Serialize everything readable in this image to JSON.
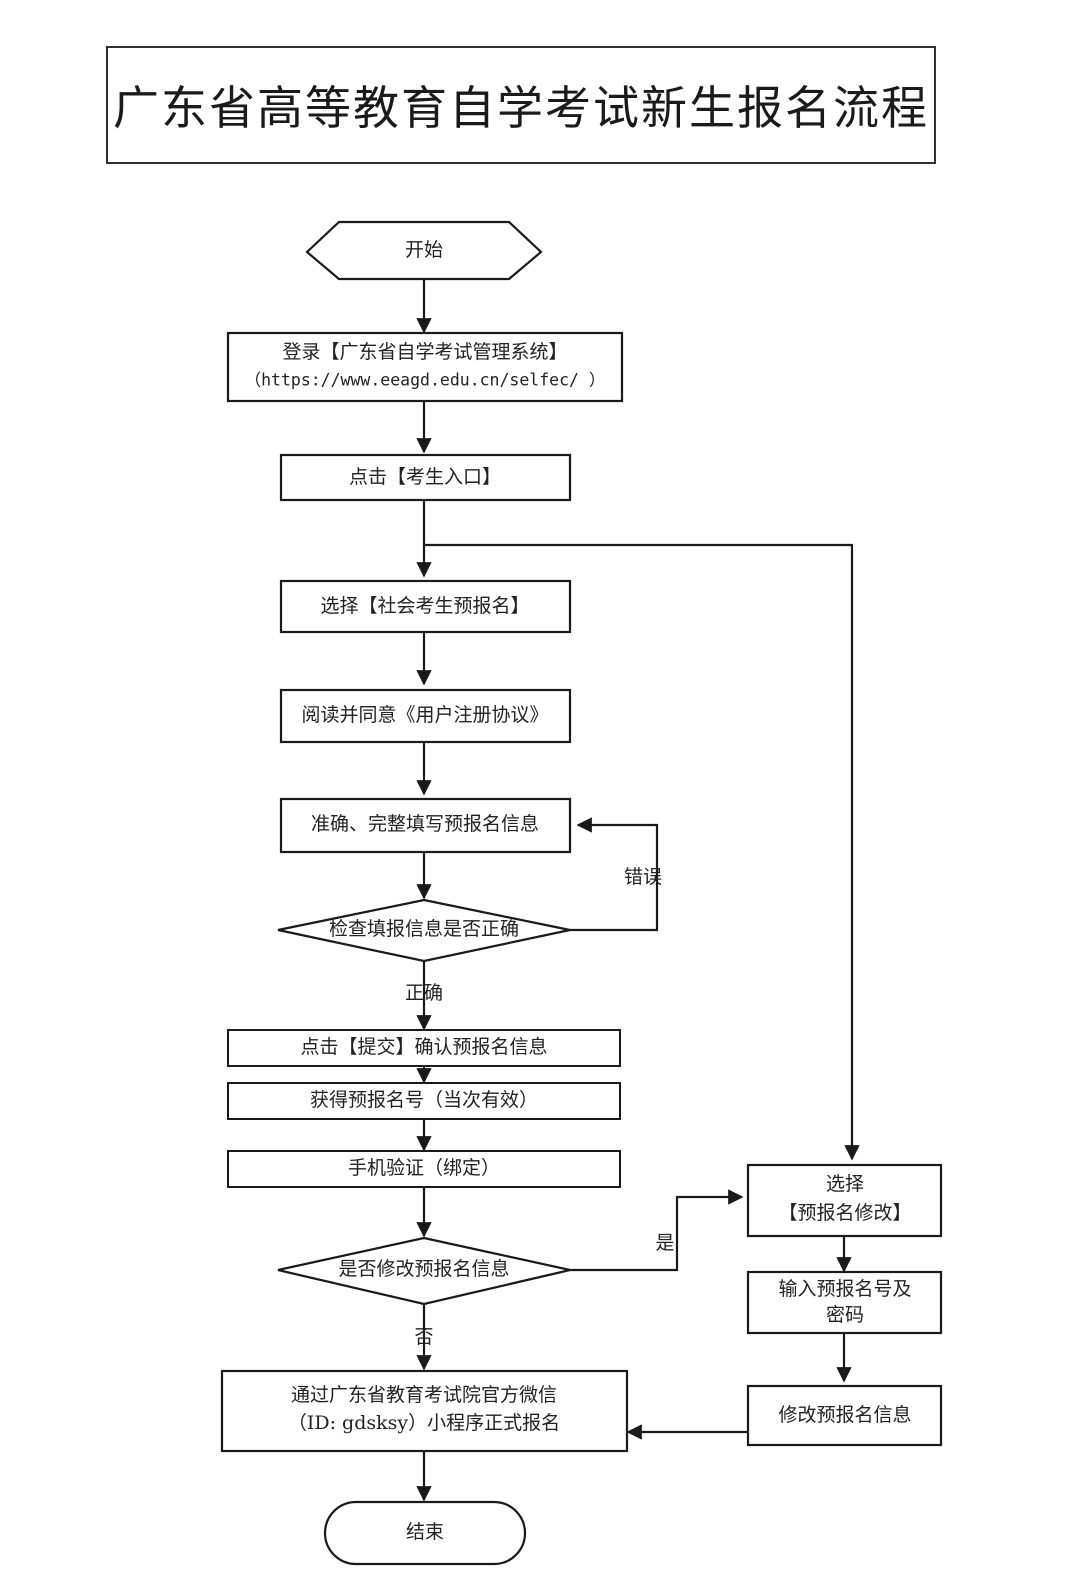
{
  "document": {
    "title": "广东省高等教育自学考试新生报名流程"
  },
  "flowchart": {
    "nodes": {
      "start": {
        "label": "开始",
        "shape": "hexagon"
      },
      "login": {
        "line1": "登录【广东省自学考试管理系统】",
        "line2": "（https://www.eeagd.edu.cn/selfec/ ）",
        "shape": "rect"
      },
      "entry": {
        "label": "点击【考生入口】",
        "shape": "rect"
      },
      "choose_pre_reg": {
        "label": "选择【社会考生预报名】",
        "shape": "rect"
      },
      "agreement": {
        "label": "阅读并同意《用户注册协议》",
        "shape": "rect"
      },
      "fill_info": {
        "label": "准确、完整填写预报名信息",
        "shape": "rect"
      },
      "check_info": {
        "label": "检查填报信息是否正确",
        "shape": "diamond"
      },
      "submit": {
        "label": "点击【提交】确认预报名信息",
        "shape": "rect"
      },
      "get_number": {
        "label": "获得预报名号（当次有效）",
        "shape": "rect"
      },
      "phone_verify": {
        "label": "手机验证（绑定）",
        "shape": "rect"
      },
      "modify_decision": {
        "label": "是否修改预报名信息",
        "shape": "diamond"
      },
      "choose_modify": {
        "line1": "选择",
        "line2": "【预报名修改】",
        "shape": "rect"
      },
      "input_credentials": {
        "line1": "输入预报名号及",
        "line2": "密码",
        "shape": "rect"
      },
      "modify_info": {
        "label": "修改预报名信息",
        "shape": "rect"
      },
      "wechat_register": {
        "line1": "通过广东省教育考试院官方微信",
        "line2": "（ID: gdsksy）小程序正式报名",
        "shape": "rect"
      },
      "end": {
        "label": "结束",
        "shape": "stadium"
      }
    },
    "edge_labels": {
      "error": "错误",
      "correct": "正确",
      "yes": "是",
      "no": "否"
    },
    "colors": {
      "stroke": "#1a1a1a",
      "fill": "#ffffff",
      "text": "#222222"
    }
  }
}
